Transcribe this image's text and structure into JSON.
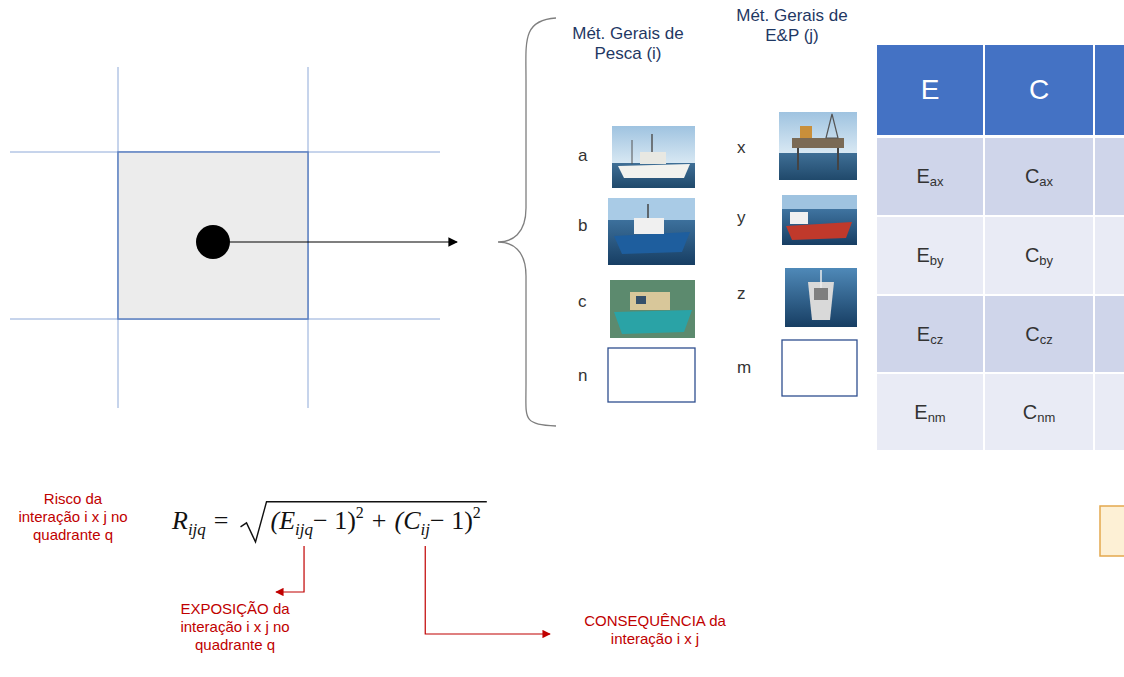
{
  "diagram": {
    "labels": [
      "Mét. Gerais de Pesca (i)",
      "Mét. Gerais de E&P (j)",
      "a",
      "b",
      "c",
      "n",
      "x",
      "y",
      "z",
      "m",
      "E",
      "C",
      "E",
      "ax",
      "C",
      "ax",
      "E",
      "by",
      "C",
      "by",
      "E",
      "cz",
      "C",
      "cz",
      "E",
      "nm",
      "C",
      "nm",
      "Risco da interação i x j no quadrante q",
      "R",
      "ijq",
      "=",
      "(E",
      "ijq",
      "− 1)",
      "2",
      "+",
      "(C",
      "ij",
      "− 1)",
      "2",
      "EXPOSIÇÃO da interação i x j no quadrante q",
      "CONSEQUÊNCIA da interação i x j"
    ]
  }
}
